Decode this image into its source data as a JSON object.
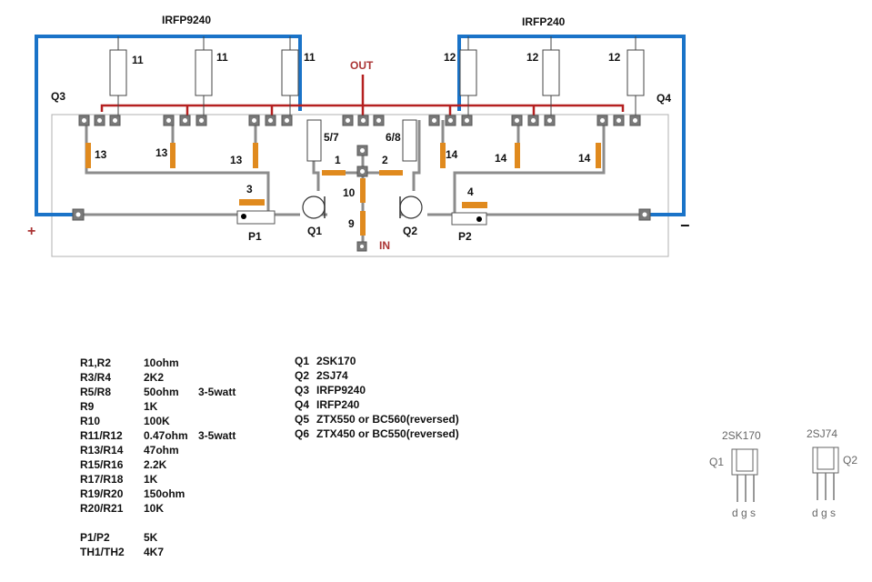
{
  "labels": {
    "irfp9240": "IRFP9240",
    "irfp240": "IRFP240",
    "out": "OUT",
    "in": "IN",
    "plus": "+",
    "minus": "−",
    "q1": "Q1",
    "q2": "Q2",
    "q3": "Q3",
    "q4": "Q4",
    "p1": "P1",
    "p2": "P2",
    "r11": "11",
    "r12": "12",
    "r13": "13",
    "r14": "14",
    "r57": "5/7",
    "r68": "6/8",
    "r1": "1",
    "r2": "2",
    "r3": "3",
    "r4": "4",
    "r9": "9",
    "r10": "10"
  },
  "parts_left": [
    [
      "R1,R2",
      "10ohm",
      ""
    ],
    [
      "R3/R4",
      "2K2",
      ""
    ],
    [
      "R5/R8",
      "50ohm",
      "3-5watt"
    ],
    [
      "R9",
      "1K",
      ""
    ],
    [
      "R10",
      "100K",
      ""
    ],
    [
      "R11/R12",
      "0.47ohm",
      "3-5watt"
    ],
    [
      "R13/R14",
      "47ohm",
      ""
    ],
    [
      "R15/R16",
      "2.2K",
      ""
    ],
    [
      "R17/R18",
      "1K",
      ""
    ],
    [
      "R19/R20",
      "150ohm",
      ""
    ],
    [
      "R20/R21",
      "10K",
      ""
    ]
  ],
  "parts_extra": [
    [
      "P1/P2",
      "5K"
    ],
    [
      "TH1/TH2",
      "4K7"
    ]
  ],
  "parts_right": [
    [
      "Q1",
      "2SK170"
    ],
    [
      "Q2",
      "2SJ74"
    ],
    [
      "Q3",
      "IRFP9240"
    ],
    [
      "Q4",
      "IRFP240"
    ],
    [
      "Q5",
      "ZTX550 or BC560(reversed)"
    ],
    [
      "Q6",
      "ZTX450 or BC550(reversed)"
    ]
  ],
  "pinouts": {
    "left": {
      "part": "2SK170",
      "ref": "Q1",
      "pins": "d g s"
    },
    "right": {
      "part": "2SJ74",
      "ref": "Q2",
      "pins": "d g s"
    }
  },
  "colors": {
    "rail": "#1a73c8",
    "bus": "#b52020",
    "trace": "#8c8c8c",
    "resistor": "#e08a1e",
    "pad": "#808080"
  }
}
